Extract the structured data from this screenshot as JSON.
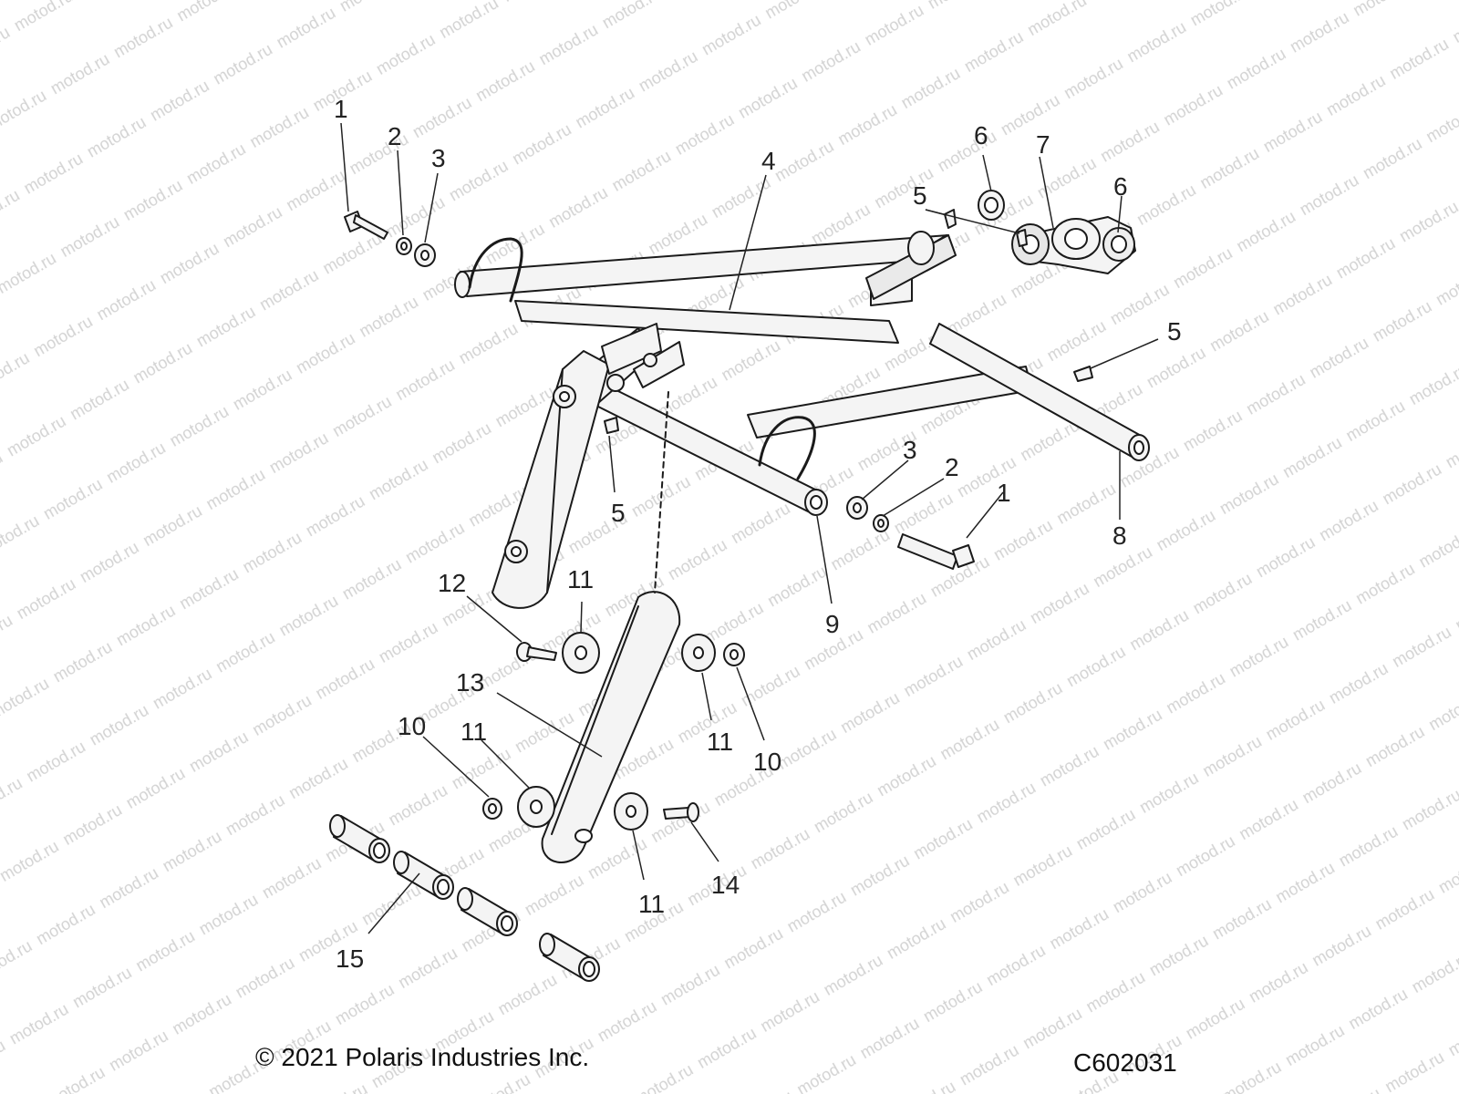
{
  "watermark": {
    "text": "motod.ru",
    "color": "#bdbdbd"
  },
  "callouts": {
    "n1a": "1",
    "n2a": "2",
    "n3a": "3",
    "n4": "4",
    "n5a": "5",
    "n5b": "5",
    "n5c": "5",
    "n6a": "6",
    "n6b": "6",
    "n7": "7",
    "n3b": "3",
    "n2b": "2",
    "n1b": "1",
    "n8": "8",
    "n9": "9",
    "n12": "12",
    "n11a": "11",
    "n13": "13",
    "n11b": "11",
    "n10a": "10",
    "n10b": "10",
    "n11c": "11",
    "n11d": "11",
    "n14": "14",
    "n15": "15"
  },
  "footer": {
    "copyright": "© 2021 Polaris Industries Inc.",
    "code": "C602031"
  },
  "colors": {
    "line": "#1a1a1a",
    "part_fill": "#f4f4f4",
    "shade": "#d8d8d8"
  }
}
